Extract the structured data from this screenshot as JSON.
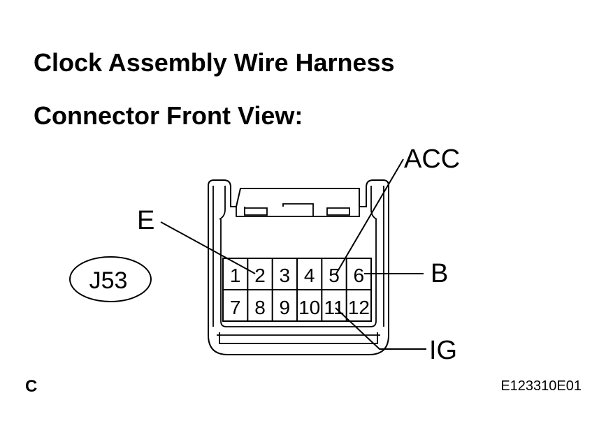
{
  "title_line1": "Clock Assembly Wire Harness",
  "title_line2": "Connector Front View:",
  "connector_id": "J53",
  "corner_letter": "C",
  "figure_code": "E123310E01",
  "pins_row1": [
    "1",
    "2",
    "3",
    "4",
    "5",
    "6"
  ],
  "pins_row2": [
    "7",
    "8",
    "9",
    "10",
    "11",
    "12"
  ],
  "callouts": {
    "acc": "ACC",
    "e": "E",
    "b": "B",
    "ig": "IG"
  }
}
